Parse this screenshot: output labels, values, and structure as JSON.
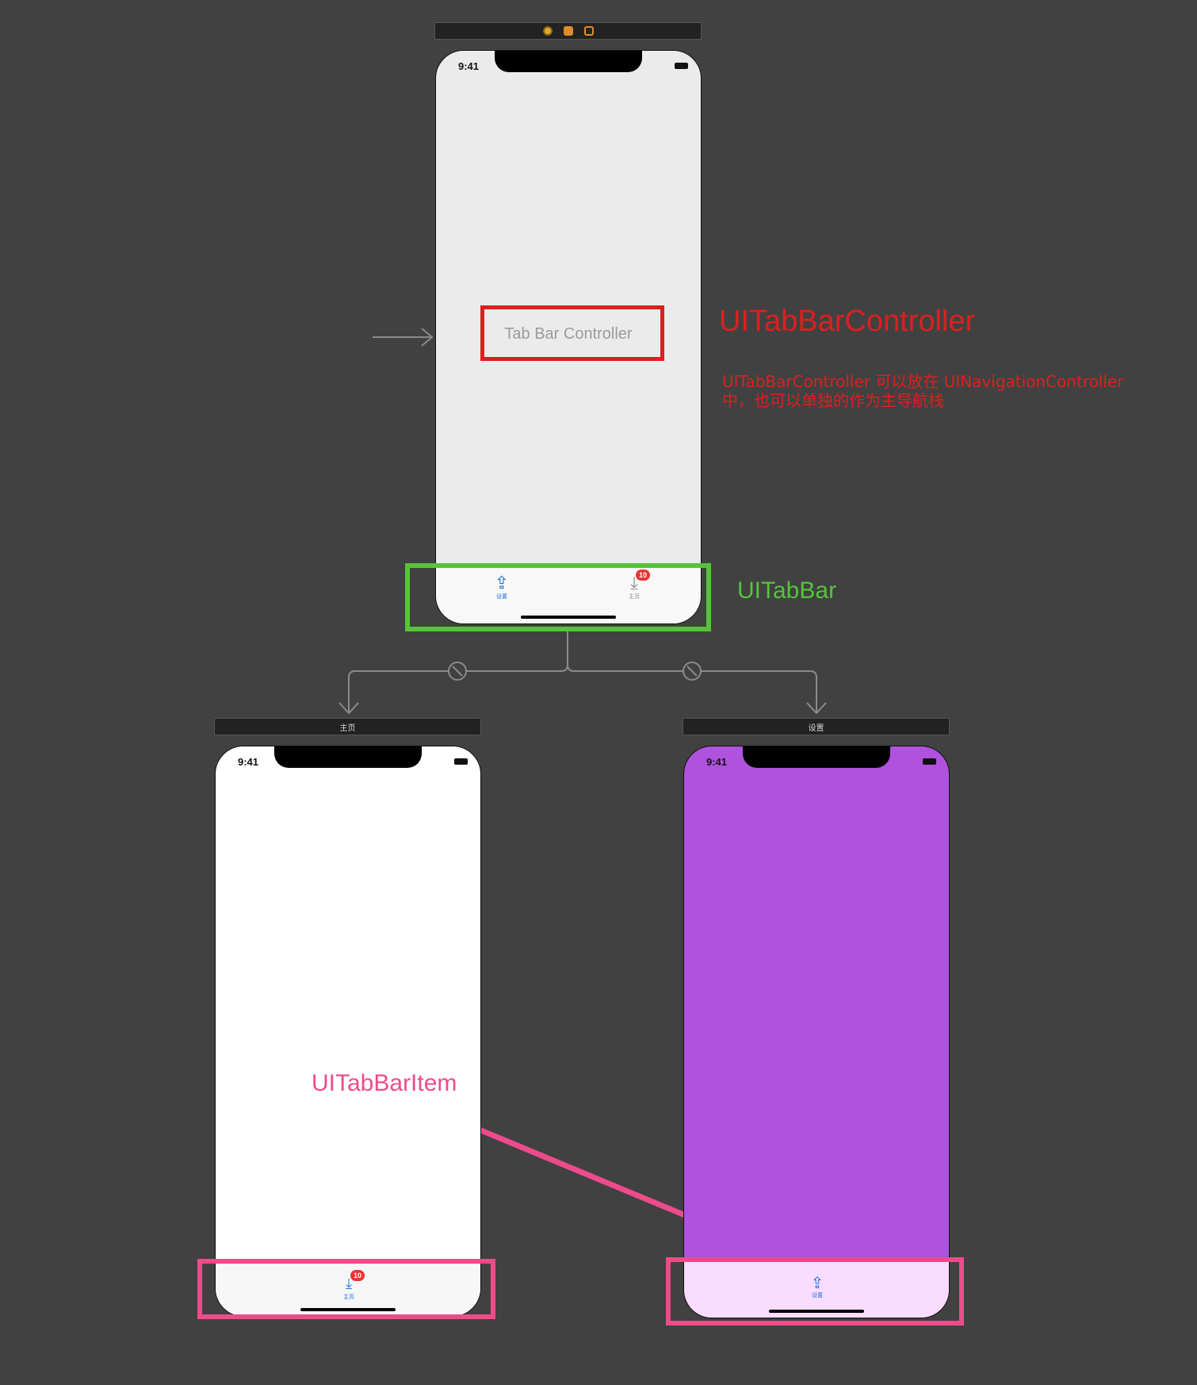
{
  "colors": {
    "canvas": "#414141",
    "controller_bg": "#ebebeb",
    "home_bg": "#ffffff",
    "settings_bg": "#af52de",
    "settings_tabbar_bg": "#f9dcff",
    "tint_blue": "#1a73d9",
    "annotation_red": "#dd1f1f",
    "annotation_green": "#55c43a",
    "annotation_pink": "#ee4b8b"
  },
  "tab_bar_controller": {
    "status_time": "9:41",
    "placeholder": "Tab Bar Controller",
    "tabs": [
      {
        "label": "设置",
        "icon": "share-icon",
        "selected": true
      },
      {
        "label": "主页",
        "icon": "download-icon",
        "badge": "10",
        "selected": false
      }
    ]
  },
  "home_scene": {
    "title": "主页",
    "status_time": "9:41",
    "tab": {
      "label": "主页",
      "icon": "download-icon",
      "badge": "10"
    }
  },
  "settings_scene": {
    "title": "设置",
    "status_time": "9:41",
    "tab": {
      "label": "设置",
      "icon": "share-icon"
    }
  },
  "annotations": {
    "controller_title": "UITabBarController",
    "controller_note_line1": "UITabBarController 可以放在 UINavigationController",
    "controller_note_line2": "中，也可以单独的作为主导航栈",
    "tab_bar": "UITabBar",
    "tab_bar_item": "UITabBarItem"
  }
}
